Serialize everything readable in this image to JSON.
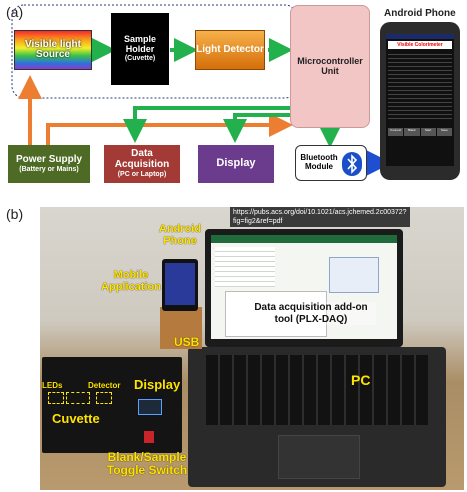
{
  "panel_a": {
    "label": "(a)",
    "visible_light_source": "Visible light Source",
    "sample_holder": {
      "title": "Sample Holder",
      "sub": "(Cuvette)"
    },
    "light_detector": "Light Detector",
    "microcontroller": "Microcontroller Unit",
    "android_phone_title": "Android Phone",
    "phone_app_title": "Visible Colorimeter",
    "phone_buttons": [
      "Connect",
      "Blank",
      "Start",
      "Save"
    ],
    "power_supply": {
      "title": "Power Supply",
      "sub": "(Battery or Mains)"
    },
    "data_acquisition": {
      "title": "Data Acquisition",
      "sub": "(PC or Laptop)"
    },
    "display": "Display",
    "bluetooth": "Bluetooth Module",
    "colors": {
      "arrow_green": "#22b14c",
      "arrow_orange": "#ed7d31",
      "arrow_blue": "#1f4fd1",
      "power_fill": "#4e6b25",
      "daq_fill": "#a33a35",
      "display_fill": "#6b3c8e",
      "mcu_fill": "#f3c6c6",
      "detector_fill": "#e58a12"
    }
  },
  "panel_b": {
    "label": "(b)",
    "url": "https://pubs.acs.org/doi/10.1021/acs.jchemed.2c00372?fig=fig2&ref=pdf",
    "labels": {
      "android_phone": "Android Phone",
      "mobile_application": "Mobile Application",
      "plxdaq": "Data acquisition add-on tool (PLX-DAQ)",
      "usb": "USB",
      "display": "Display",
      "pc": "PC",
      "leds": "LEDs",
      "detector": "Detector",
      "cuvette": "Cuvette",
      "toggle": "Blank/Sample Toggle Switch"
    }
  }
}
